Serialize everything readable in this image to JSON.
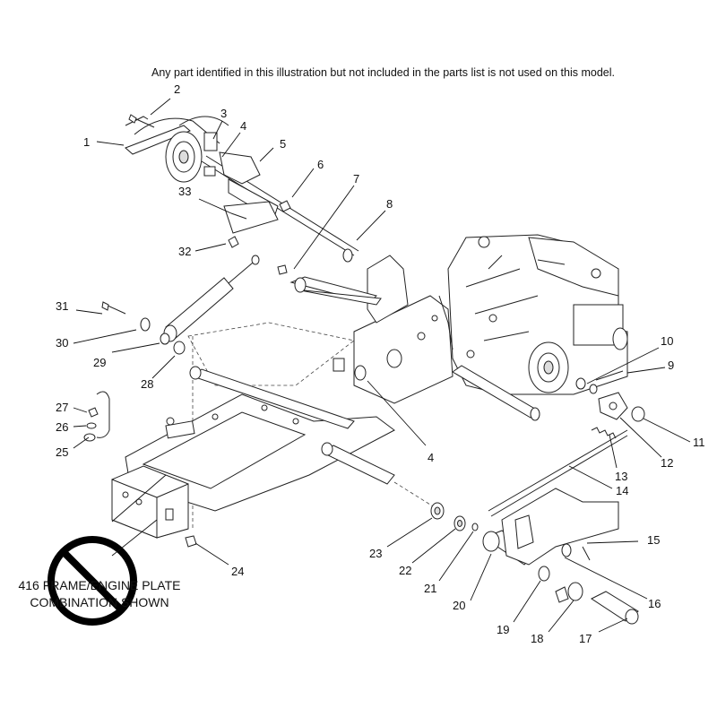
{
  "notes": {
    "disclaimer": "Any part identified in this illustration but not included in the parts list is not used on this model.",
    "combination_line1": "416 FRAME/ENGINE PLATE",
    "combination_line2": "COMBINATION SHOWN"
  },
  "callouts": [
    "1",
    "2",
    "3",
    "4",
    "5",
    "6",
    "7",
    "8",
    "9",
    "10",
    "11",
    "12",
    "13",
    "14",
    "15",
    "16",
    "17",
    "18",
    "19",
    "20",
    "21",
    "22",
    "23",
    "24",
    "25",
    "26",
    "27",
    "28",
    "29",
    "30",
    "31",
    "32",
    "33",
    "4"
  ],
  "icons": {
    "prohibition": "no-symbol-icon"
  }
}
